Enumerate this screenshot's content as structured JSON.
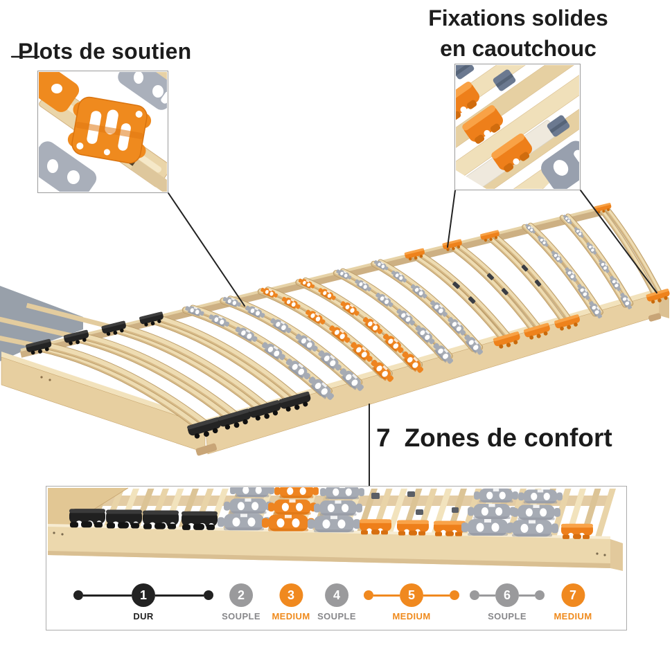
{
  "annotations": {
    "plots_label": "Plots de soutien",
    "fixations_line1": "Fixations solides",
    "fixations_line2": "en caoutchouc",
    "zones_number": "7",
    "zones_label": "Zones de confort"
  },
  "legend": {
    "zones": [
      {
        "number": "1",
        "label": "DUR",
        "color": "#222222",
        "label_color": "#222222",
        "range_dots": true
      },
      {
        "number": "2",
        "label": "SOUPLE",
        "color": "#9a9a9c",
        "label_color": "#87878a",
        "range_dots": false
      },
      {
        "number": "3",
        "label": "MEDIUM",
        "color": "#f0891f",
        "label_color": "#ef8a1c",
        "range_dots": false
      },
      {
        "number": "4",
        "label": "SOUPLE",
        "color": "#9a9a9c",
        "label_color": "#87878a",
        "range_dots": false
      },
      {
        "number": "5",
        "label": "MEDIUM",
        "color": "#f0891f",
        "label_color": "#ef8a1c",
        "range_dots": true
      },
      {
        "number": "6",
        "label": "SOUPLE",
        "color": "#9a9a9c",
        "label_color": "#87878a",
        "range_dots": true
      },
      {
        "number": "7",
        "label": "MEDIUM",
        "color": "#f0891f",
        "label_color": "#ef8a1c",
        "range_dots": false
      }
    ]
  },
  "colors": {
    "accent_orange": "#f0891f",
    "zone_gray": "#9a9a9c",
    "zone_black": "#222222",
    "wood_light": "#ecd8ab",
    "wood_mid": "#d7ba88",
    "title_text": "#1c1c1c"
  }
}
